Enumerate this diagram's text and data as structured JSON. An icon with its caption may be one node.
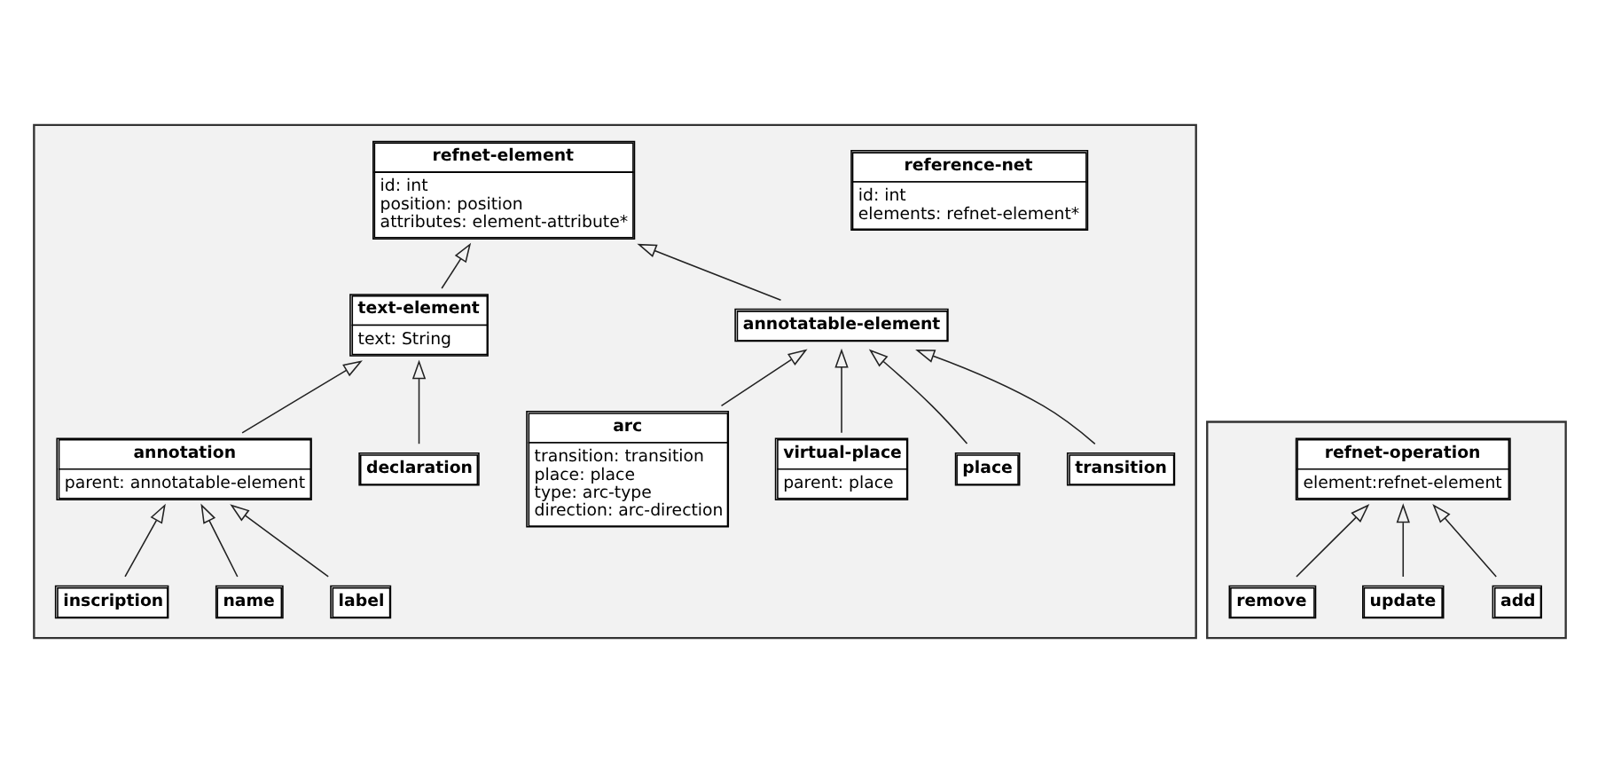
{
  "diagram": {
    "nodes": [
      {
        "text": [],
        "shape": "box"
      },
      {
        "text": [
          "reference-net",
          "id: int",
          "elements: refnet-element*"
        ],
        "in": 0
      },
      {
        "text": [
          "refnet-element",
          "id: int",
          "position: position",
          "attributes: element-attribute*"
        ],
        "in": 0
      },
      {
        "text": [
          "text-element",
          "text: String"
        ],
        "in": 0
      },
      {
        "text": [
          "annotatable-element"
        ],
        "in": 0
      },
      {
        "text": [
          "declaration"
        ],
        "in": 0
      },
      {
        "text": [
          "annotation",
          "parent: annotatable-element"
        ],
        "in": 0
      },
      {
        "text": [
          "transition"
        ],
        "in": 0
      },
      {
        "text": [
          "place"
        ],
        "in": 0
      },
      {
        "text": [
          "virtual-place",
          "parent: place"
        ],
        "in": 0
      },
      {
        "text": [
          "arc",
          "transition: transition",
          "place: place",
          "type: arc-type",
          "direction: arc-direction"
        ],
        "in": 0
      },
      {
        "text": [
          "label"
        ],
        "in": 0
      },
      {
        "text": [
          "name"
        ],
        "in": 0
      },
      {
        "text": [
          "inscription"
        ],
        "in": 0
      },
      {
        "text": [],
        "shape": "box"
      },
      {
        "text": [
          "refnet-operation",
          "element:refnet-element"
        ],
        "in": 14
      },
      {
        "text": [
          "add"
        ],
        "in": 14
      },
      {
        "text": [
          "update"
        ],
        "in": 14
      },
      {
        "text": [
          "remove"
        ],
        "in": 14
      }
    ],
    "edges": [
      {
        "from": 3,
        "to": 2,
        "arrow": "to"
      },
      {
        "from": 4,
        "to": 2,
        "arrow": "to"
      },
      {
        "from": 5,
        "to": 3,
        "arrow": "to"
      },
      {
        "from": 6,
        "to": 3,
        "arrow": "to"
      },
      {
        "from": 7,
        "to": 4,
        "arrow": "to"
      },
      {
        "from": 8,
        "to": 4,
        "arrow": "to"
      },
      {
        "from": 9,
        "to": 4,
        "arrow": "to"
      },
      {
        "from": 10,
        "to": 4,
        "arrow": "to"
      },
      {
        "from": 11,
        "to": 6,
        "arrow": "to"
      },
      {
        "from": 12,
        "to": 6,
        "arrow": "to"
      },
      {
        "from": 13,
        "to": 6,
        "arrow": "to"
      },
      {
        "from": 16,
        "to": 15,
        "arrow": "to"
      },
      {
        "from": 17,
        "to": 15,
        "arrow": "to"
      },
      {
        "from": 18,
        "to": 15,
        "arrow": "to"
      }
    ]
  }
}
